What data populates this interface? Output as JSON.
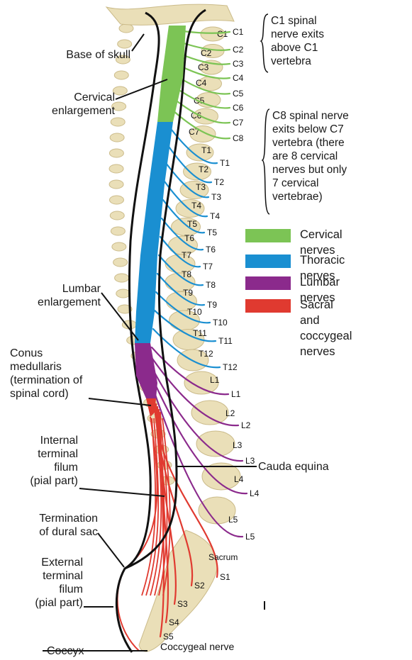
{
  "labels": {
    "base_of_skull": "Base of skull",
    "cervical_enlargement": "Cervical\nenlargement",
    "lumbar_enlargement": "Lumbar\nenlargement",
    "conus_medullaris": "Conus\nmedullaris\n(termination of\nspinal cord)",
    "internal_filum": "Internal\nterminal\nfilum\n(pial part)",
    "termination_dural_sac": "Termination\nof dural sac",
    "external_filum": "External\nterminal\nfilum\n(pial part)",
    "coccyx": "Coccyx",
    "cauda_equina": "Cauda equina",
    "coccygeal_nerve": "Coccygeal nerve",
    "sacrum": "Sacrum"
  },
  "notes": {
    "c1": "C1 spinal\nnerve exits\nabove C1\nvertebra",
    "c8": "C8 spinal nerve\nexits below C7\nvertebra (there\nare 8 cervical\nnerves but only\n7 cervical\nvertebrae)"
  },
  "legend": [
    {
      "label": "Cervical nerves",
      "color": "#7cc455"
    },
    {
      "label": "Thoracic nerves",
      "color": "#1a8fd1"
    },
    {
      "label": "Lumbar nerves",
      "color": "#8b2a8c"
    },
    {
      "label": "Sacral and\ncoccygeal nerves",
      "color": "#e03a30"
    }
  ],
  "vertebra_labels": [
    "C1",
    "C2",
    "C3",
    "C4",
    "C5",
    "C6",
    "C7",
    "T1",
    "T2",
    "T3",
    "T4",
    "T5",
    "T6",
    "T7",
    "T8",
    "T9",
    "T10",
    "T11",
    "T12",
    "L1",
    "L2",
    "L3",
    "L4",
    "L5"
  ],
  "nerve_labels": [
    "C1",
    "C2",
    "C3",
    "C4",
    "C5",
    "C6",
    "C7",
    "C8",
    "T1",
    "T2",
    "T3",
    "T4",
    "T5",
    "T6",
    "T7",
    "T8",
    "T9",
    "T10",
    "T11",
    "T12",
    "L1",
    "L2",
    "L3",
    "L4",
    "L5",
    "S1",
    "S2",
    "S3",
    "S4",
    "S5"
  ],
  "colors": {
    "cervical": "#7cc455",
    "thoracic": "#1a8fd1",
    "lumbar": "#8b2a8c",
    "sacral": "#e03a30",
    "bone": "#eadfb8",
    "bone_edge": "#cbbb8a",
    "ink": "#111111"
  }
}
